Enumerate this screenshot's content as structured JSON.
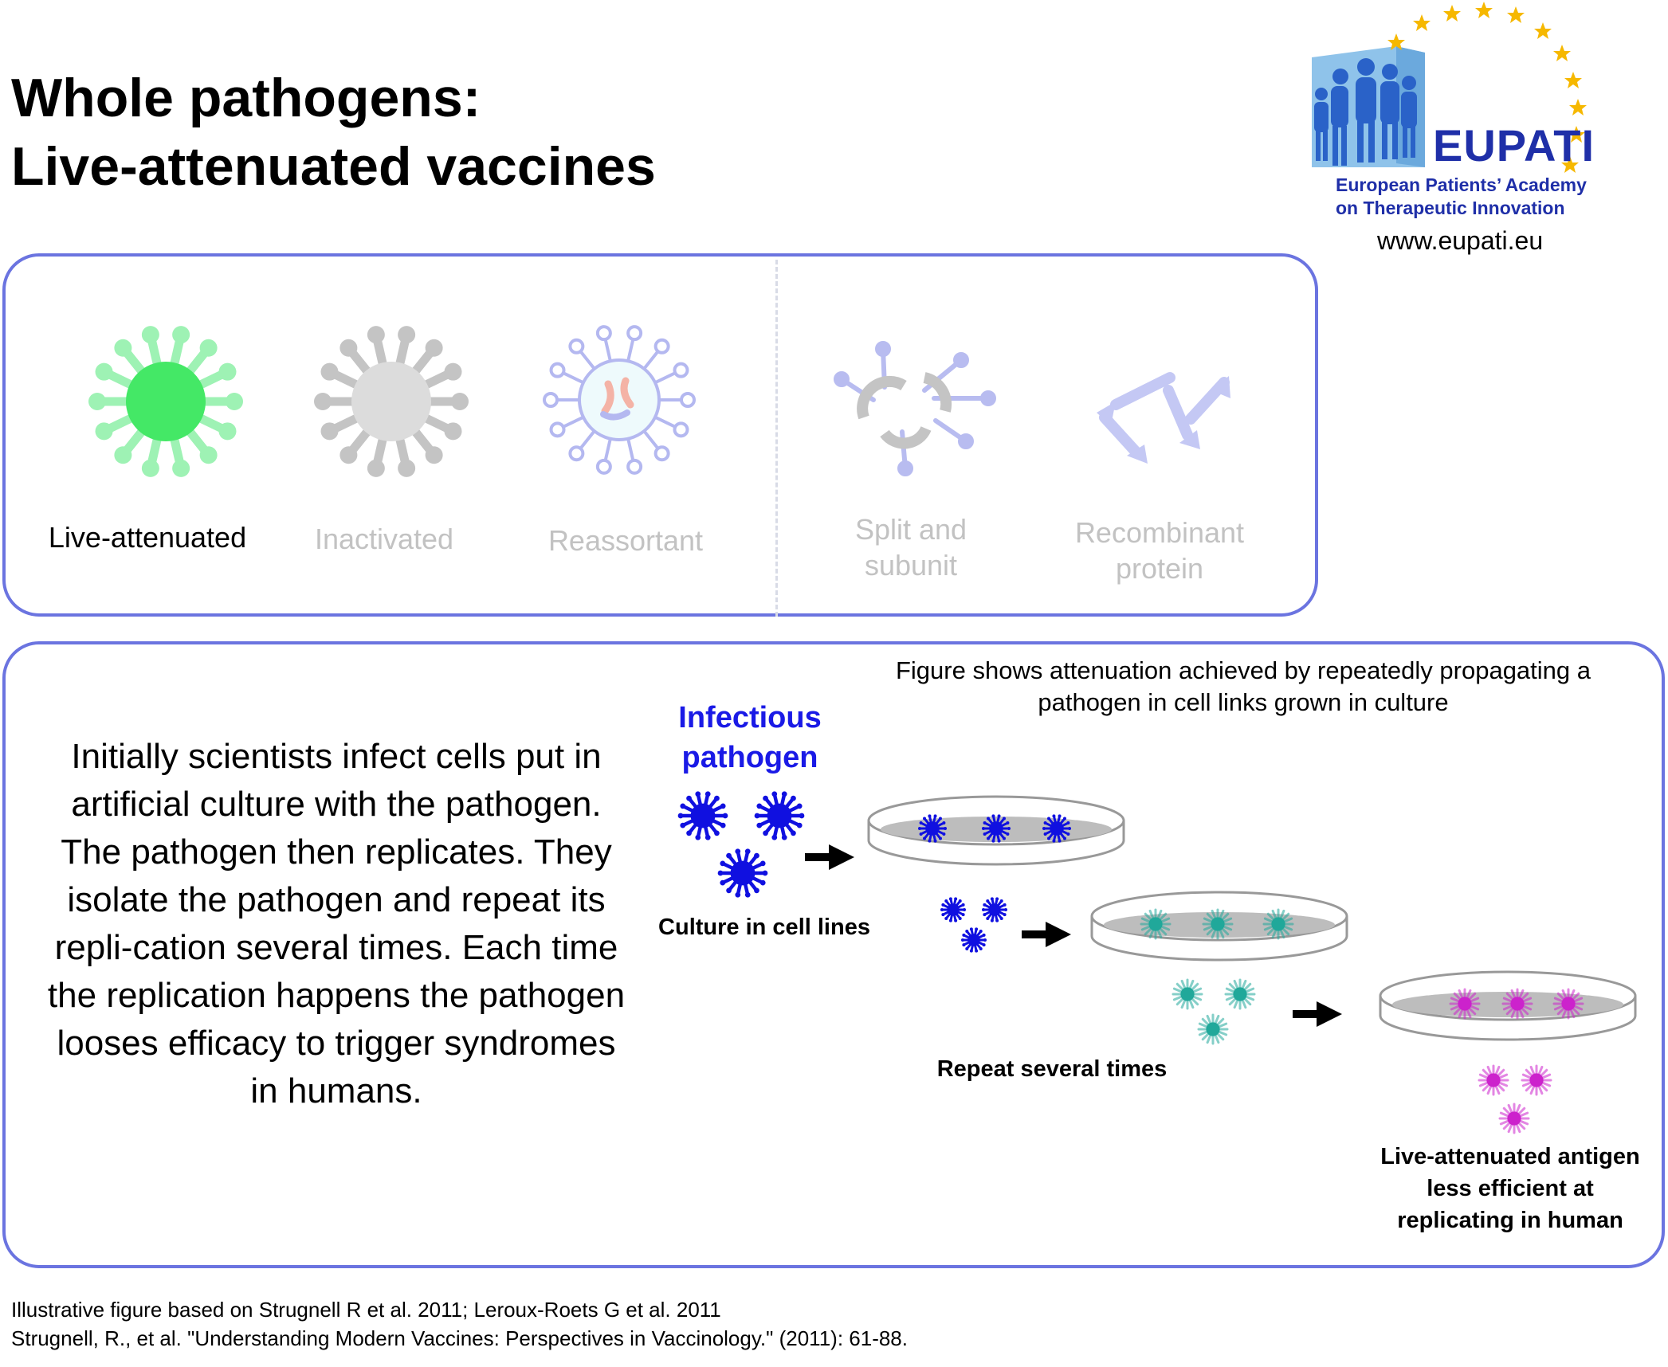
{
  "title": {
    "line1": "Whole pathogens:",
    "line2": "Live-attenuated vaccines"
  },
  "logo": {
    "name": "EUPATI",
    "subtitle": "European Patients’ Academy\non Therapeutic Innovation",
    "url": "www.eupati.eu"
  },
  "vaccine_types": [
    {
      "label": "Live-attenuated",
      "icon": "live-attenuated-virus-icon",
      "color": "#55ee77",
      "active": true
    },
    {
      "label": "Inactivated",
      "icon": "inactivated-virus-icon",
      "color": "#c8c8c8",
      "active": false
    },
    {
      "label": "Reassortant",
      "icon": "reassortant-virus-icon",
      "color": "#b4b8f0",
      "active": false
    },
    {
      "label": "Split and\nsubunit",
      "icon": "split-subunit-icon",
      "color": "#b4b8f0",
      "active": false
    },
    {
      "label": "Recombinant\nprotein",
      "icon": "recombinant-protein-icon",
      "color": "#c4c8f4",
      "active": false
    }
  ],
  "description": "Initially scientists infect cells put in artificial culture with the pathogen. The pathogen then replicates. They isolate the pathogen and repeat its repli-cation several times. Each time the replication happens the pathogen looses efficacy to trigger syndromes in humans.",
  "diagram": {
    "caption": "Figure shows attenuation achieved by repeatedly propagating a\npathogen in cell links grown in culture",
    "infectious_label": "Infectious\npathogen",
    "culture_label": "Culture in cell lines",
    "repeat_label": "Repeat several times",
    "result_label": "Live-attenuated antigen\nless efficient at\nreplicating in human",
    "colors": {
      "infectious": "#1010e0",
      "intermediate": "#20a89a",
      "attenuated": "#cc22cc"
    }
  },
  "references": "Illustrative figure based on Strugnell R et al. 2011; Leroux-Roets G et al. 2011\nStrugnell, R., et al. \"Understanding Modern Vaccines: Perspectives in Vaccinology.\" (2011): 61-88."
}
